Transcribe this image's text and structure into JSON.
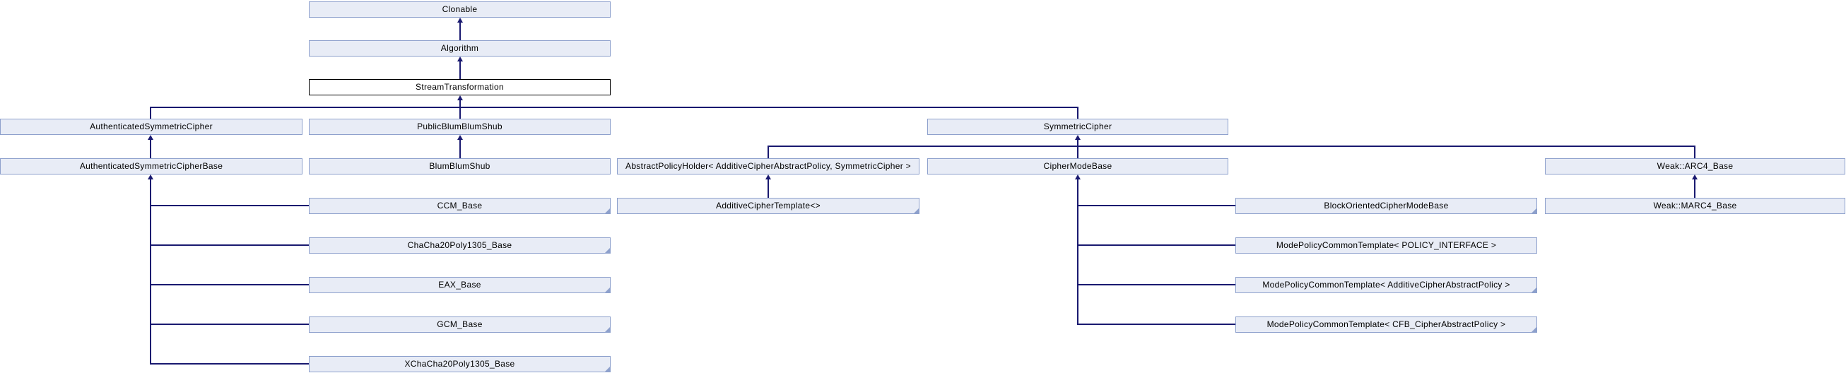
{
  "colors": {
    "node_fill": "#E8ECF6",
    "node_border": "#8DA0CC",
    "edge_color": "#191970",
    "current_node_border": "#000000",
    "current_node_fill": "#FFFFFF",
    "text_color": "#000000",
    "background": "#FFFFFF"
  },
  "diagram": {
    "type": "class-inheritance-graph",
    "current_class": "StreamTransformation",
    "nodes": [
      {
        "label": "Clonable",
        "current": false,
        "has_more_derived": false
      },
      {
        "label": "Algorithm",
        "current": false,
        "has_more_derived": false
      },
      {
        "label": "StreamTransformation",
        "current": true,
        "has_more_derived": false
      },
      {
        "label": "AuthenticatedSymmetricCipher",
        "current": false,
        "has_more_derived": false
      },
      {
        "label": "PublicBlumBlumShub",
        "current": false,
        "has_more_derived": false
      },
      {
        "label": "SymmetricCipher",
        "current": false,
        "has_more_derived": false
      },
      {
        "label": "AuthenticatedSymmetricCipherBase",
        "current": false,
        "has_more_derived": false
      },
      {
        "label": "BlumBlumShub",
        "current": false,
        "has_more_derived": false
      },
      {
        "label": "AbstractPolicyHolder< AdditiveCipherAbstractPolicy, SymmetricCipher >",
        "current": false,
        "has_more_derived": false
      },
      {
        "label": "CipherModeBase",
        "current": false,
        "has_more_derived": false
      },
      {
        "label": "Weak::ARC4_Base",
        "current": false,
        "has_more_derived": false
      },
      {
        "label": "CCM_Base",
        "current": false,
        "has_more_derived": true
      },
      {
        "label": "AdditiveCipherTemplate<>",
        "current": false,
        "has_more_derived": true
      },
      {
        "label": "BlockOrientedCipherModeBase",
        "current": false,
        "has_more_derived": true
      },
      {
        "label": "Weak::MARC4_Base",
        "current": false,
        "has_more_derived": false
      },
      {
        "label": "ChaCha20Poly1305_Base",
        "current": false,
        "has_more_derived": true
      },
      {
        "label": "ModePolicyCommonTemplate< POLICY_INTERFACE >",
        "current": false,
        "has_more_derived": false
      },
      {
        "label": "EAX_Base",
        "current": false,
        "has_more_derived": true
      },
      {
        "label": "ModePolicyCommonTemplate< AdditiveCipherAbstractPolicy >",
        "current": false,
        "has_more_derived": true
      },
      {
        "label": "GCM_Base",
        "current": false,
        "has_more_derived": true
      },
      {
        "label": "ModePolicyCommonTemplate< CFB_CipherAbstractPolicy >",
        "current": false,
        "has_more_derived": true
      },
      {
        "label": "XChaCha20Poly1305_Base",
        "current": false,
        "has_more_derived": true
      }
    ],
    "edges": [
      {
        "from": "Algorithm",
        "to": "Clonable"
      },
      {
        "from": "StreamTransformation",
        "to": "Algorithm"
      },
      {
        "from": "AuthenticatedSymmetricCipher",
        "to": "StreamTransformation"
      },
      {
        "from": "PublicBlumBlumShub",
        "to": "StreamTransformation"
      },
      {
        "from": "SymmetricCipher",
        "to": "StreamTransformation"
      },
      {
        "from": "AuthenticatedSymmetricCipherBase",
        "to": "AuthenticatedSymmetricCipher"
      },
      {
        "from": "BlumBlumShub",
        "to": "PublicBlumBlumShub"
      },
      {
        "from": "AbstractPolicyHolder< AdditiveCipherAbstractPolicy, SymmetricCipher >",
        "to": "SymmetricCipher"
      },
      {
        "from": "CipherModeBase",
        "to": "SymmetricCipher"
      },
      {
        "from": "Weak::ARC4_Base",
        "to": "SymmetricCipher"
      },
      {
        "from": "CCM_Base",
        "to": "AuthenticatedSymmetricCipherBase"
      },
      {
        "from": "ChaCha20Poly1305_Base",
        "to": "AuthenticatedSymmetricCipherBase"
      },
      {
        "from": "EAX_Base",
        "to": "AuthenticatedSymmetricCipherBase"
      },
      {
        "from": "GCM_Base",
        "to": "AuthenticatedSymmetricCipherBase"
      },
      {
        "from": "XChaCha20Poly1305_Base",
        "to": "AuthenticatedSymmetricCipherBase"
      },
      {
        "from": "AdditiveCipherTemplate<>",
        "to": "AbstractPolicyHolder< AdditiveCipherAbstractPolicy, SymmetricCipher >"
      },
      {
        "from": "BlockOrientedCipherModeBase",
        "to": "CipherModeBase"
      },
      {
        "from": "ModePolicyCommonTemplate< POLICY_INTERFACE >",
        "to": "CipherModeBase"
      },
      {
        "from": "ModePolicyCommonTemplate< AdditiveCipherAbstractPolicy >",
        "to": "CipherModeBase"
      },
      {
        "from": "ModePolicyCommonTemplate< CFB_CipherAbstractPolicy >",
        "to": "CipherModeBase"
      },
      {
        "from": "Weak::MARC4_Base",
        "to": "Weak::ARC4_Base"
      }
    ]
  }
}
